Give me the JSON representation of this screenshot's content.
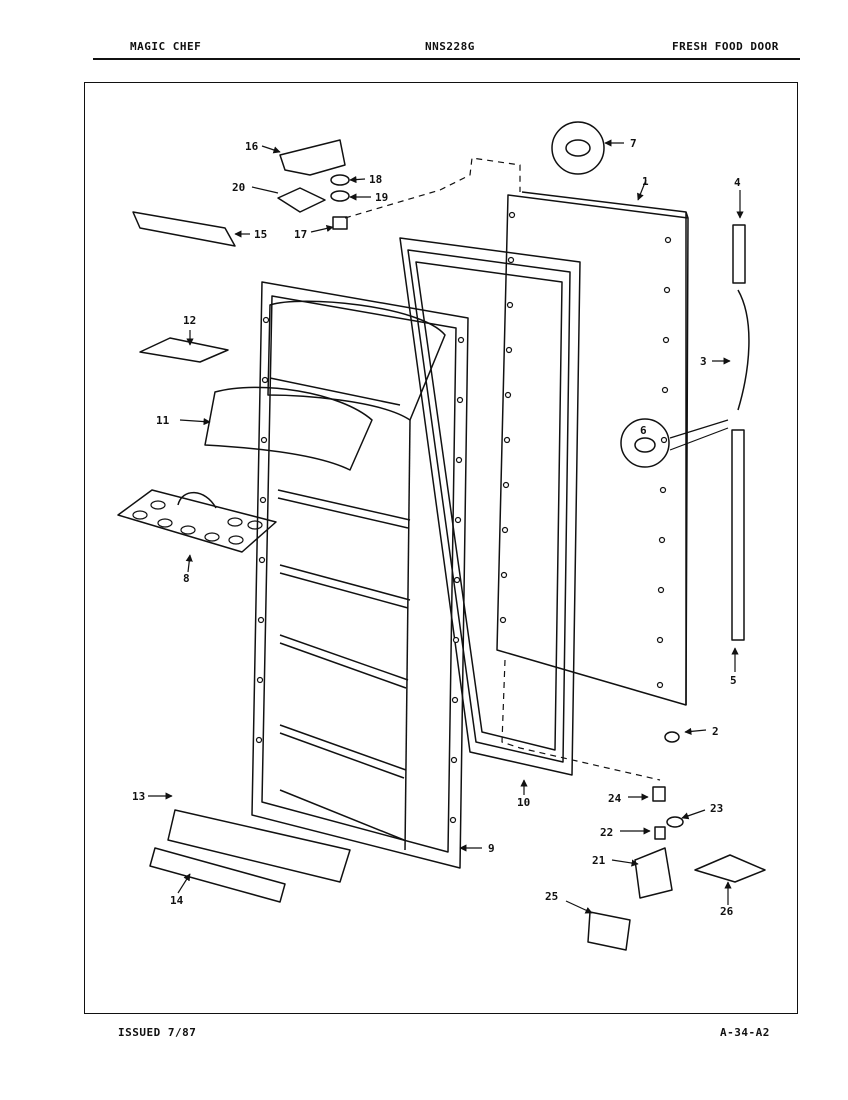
{
  "header": {
    "brand": "MAGIC CHEF",
    "model": "NNS228G",
    "section": "FRESH FOOD DOOR"
  },
  "footer": {
    "issued": "ISSUED 7/87",
    "page_code": "A-34-A2"
  },
  "parts": [
    {
      "id": "p1",
      "number": "1"
    },
    {
      "id": "p2",
      "number": "2"
    },
    {
      "id": "p3",
      "number": "3"
    },
    {
      "id": "p4",
      "number": "4"
    },
    {
      "id": "p5",
      "number": "5"
    },
    {
      "id": "p6",
      "number": "6"
    },
    {
      "id": "p7",
      "number": "7"
    },
    {
      "id": "p8",
      "number": "8"
    },
    {
      "id": "p9",
      "number": "9"
    },
    {
      "id": "p10",
      "number": "10"
    },
    {
      "id": "p11",
      "number": "11"
    },
    {
      "id": "p12",
      "number": "12"
    },
    {
      "id": "p13",
      "number": "13"
    },
    {
      "id": "p14",
      "number": "14"
    },
    {
      "id": "p15",
      "number": "15"
    },
    {
      "id": "p16",
      "number": "16"
    },
    {
      "id": "p17",
      "number": "17"
    },
    {
      "id": "p18",
      "number": "18"
    },
    {
      "id": "p19",
      "number": "19"
    },
    {
      "id": "p20",
      "number": "20"
    },
    {
      "id": "p21",
      "number": "21"
    },
    {
      "id": "p22",
      "number": "22"
    },
    {
      "id": "p23",
      "number": "23"
    },
    {
      "id": "p24",
      "number": "24"
    },
    {
      "id": "p25",
      "number": "25"
    },
    {
      "id": "p26",
      "number": "26"
    }
  ]
}
